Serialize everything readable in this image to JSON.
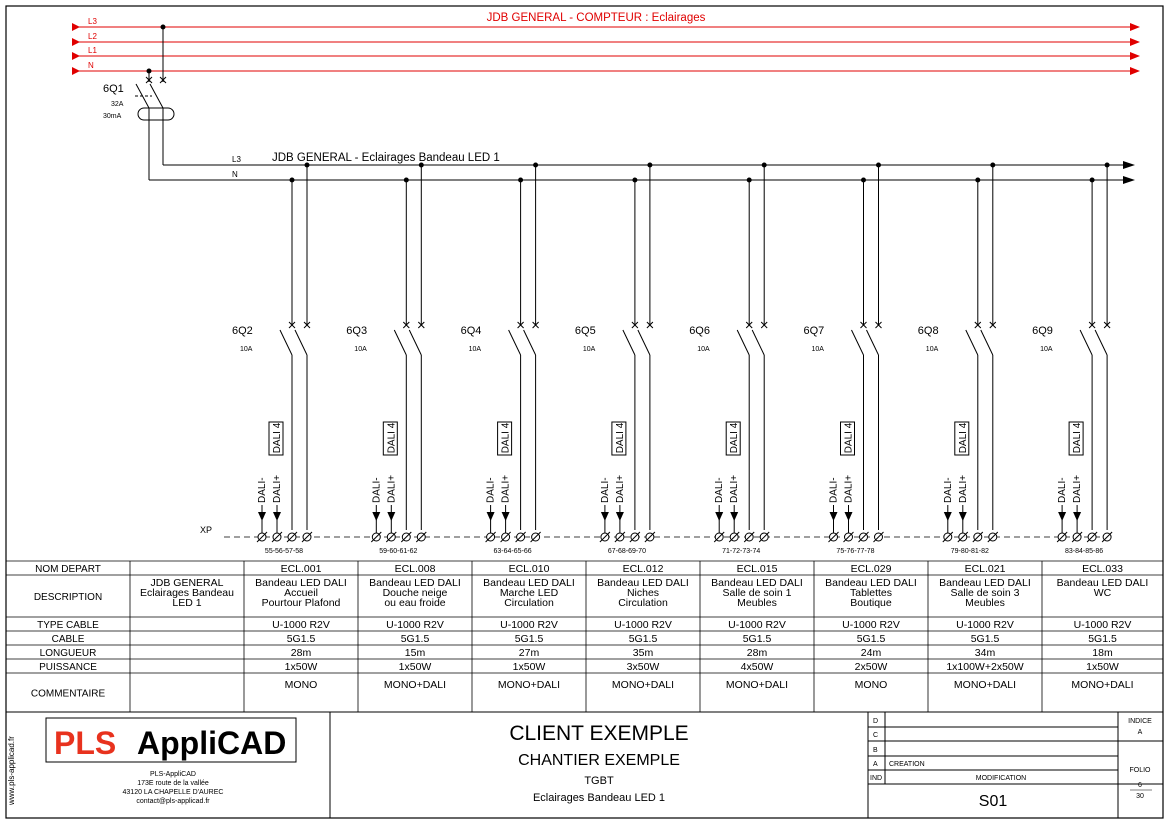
{
  "header_title": "JDB GENERAL - COMPTEUR : Eclairages",
  "top_buses": [
    "L3",
    "L2",
    "L1",
    "N"
  ],
  "main_breaker": {
    "id": "6Q1",
    "rating": "32A",
    "sensitivity": "30mA"
  },
  "sub_buses": [
    "L3",
    "N"
  ],
  "sub_title": "JDB GENERAL - Eclairages Bandeau LED 1",
  "dali_labels": {
    "box": "DALI 4",
    "minus": "DALI-",
    "plus": "DALI+"
  },
  "xp_label": "XP",
  "row_labels": [
    "NOM DEPART",
    "DESCRIPTION",
    "TYPE CABLE",
    "CABLE",
    "LONGUEUR",
    "PUISSANCE",
    "COMMENTAIRE"
  ],
  "group_description": [
    "JDB GENERAL",
    "Eclairages Bandeau",
    "LED 1"
  ],
  "circuits": [
    {
      "breaker": "6Q2",
      "rating": "10A",
      "terminals": "55-56-57-58",
      "name": "ECL.001",
      "desc": [
        "Bandeau LED DALI",
        "Accueil",
        "Pourtour Plafond"
      ],
      "cable_type": "U-1000 R2V",
      "cable": "5G1.5",
      "length": "28m",
      "power": "1x50W",
      "comment": "MONO"
    },
    {
      "breaker": "6Q3",
      "rating": "10A",
      "terminals": "59-60-61-62",
      "name": "ECL.008",
      "desc": [
        "Bandeau LED DALI",
        "Douche neige",
        "ou eau froide"
      ],
      "cable_type": "U-1000 R2V",
      "cable": "5G1.5",
      "length": "15m",
      "power": "1x50W",
      "comment": "MONO+DALI"
    },
    {
      "breaker": "6Q4",
      "rating": "10A",
      "terminals": "63-64-65-66",
      "name": "ECL.010",
      "desc": [
        "Bandeau LED DALI",
        "Marche LED",
        "Circulation"
      ],
      "cable_type": "U-1000 R2V",
      "cable": "5G1.5",
      "length": "27m",
      "power": "1x50W",
      "comment": "MONO+DALI"
    },
    {
      "breaker": "6Q5",
      "rating": "10A",
      "terminals": "67-68-69-70",
      "name": "ECL.012",
      "desc": [
        "Bandeau LED DALI",
        "Niches",
        "Circulation"
      ],
      "cable_type": "U-1000 R2V",
      "cable": "5G1.5",
      "length": "35m",
      "power": "3x50W",
      "comment": "MONO+DALI"
    },
    {
      "breaker": "6Q6",
      "rating": "10A",
      "terminals": "71-72-73-74",
      "name": "ECL.015",
      "desc": [
        "Bandeau LED DALI",
        "Salle de soin 1",
        "Meubles"
      ],
      "cable_type": "U-1000 R2V",
      "cable": "5G1.5",
      "length": "28m",
      "power": "4x50W",
      "comment": "MONO+DALI"
    },
    {
      "breaker": "6Q7",
      "rating": "10A",
      "terminals": "75-76-77-78",
      "name": "ECL.029",
      "desc": [
        "Bandeau LED DALI",
        "Tablettes",
        "Boutique"
      ],
      "cable_type": "U-1000 R2V",
      "cable": "5G1.5",
      "length": "24m",
      "power": "2x50W",
      "comment": "MONO"
    },
    {
      "breaker": "6Q8",
      "rating": "10A",
      "terminals": "79-80-81-82",
      "name": "ECL.021",
      "desc": [
        "Bandeau LED DALI",
        "Salle de soin 3",
        "Meubles"
      ],
      "cable_type": "U-1000 R2V",
      "cable": "5G1.5",
      "length": "34m",
      "power": "1x100W+2x50W",
      "comment": "MONO+DALI"
    },
    {
      "breaker": "6Q9",
      "rating": "10A",
      "terminals": "83-84-85-86",
      "name": "ECL.033",
      "desc": [
        "Bandeau LED DALI",
        "WC"
      ],
      "cable_type": "U-1000 R2V",
      "cable": "5G1.5",
      "length": "18m",
      "power": "1x50W",
      "comment": "MONO+DALI"
    }
  ],
  "title_block": {
    "side_url": "www.pls-applicad.fr",
    "logo_pls": "PLS",
    "logo_applicad": "AppliCAD",
    "company": [
      "PLS-AppliCAD",
      "173E route de la vallée",
      "43120 LA CHAPELLE D'AUREC",
      "contact@pls-applicad.fr"
    ],
    "client": "CLIENT EXEMPLE",
    "chantier": "CHANTIER EXEMPLE",
    "board": "TGBT",
    "page_title": "Eclairages Bandeau LED 1",
    "revisions": [
      {
        "ind": "D",
        "text": ""
      },
      {
        "ind": "C",
        "text": ""
      },
      {
        "ind": "B",
        "text": ""
      },
      {
        "ind": "A",
        "text": "CREATION"
      }
    ],
    "ind_header": "IND",
    "modification_header": "MODIFICATION",
    "indice_label": "INDICE",
    "indice_value": "A",
    "folio_label": "FOLIO",
    "folio_value": "6",
    "folio_total": "30",
    "sheet_id": "S01"
  },
  "colors": {
    "phase_red": "#e00000",
    "logo_red": "#e8321e",
    "line": "#000000"
  }
}
